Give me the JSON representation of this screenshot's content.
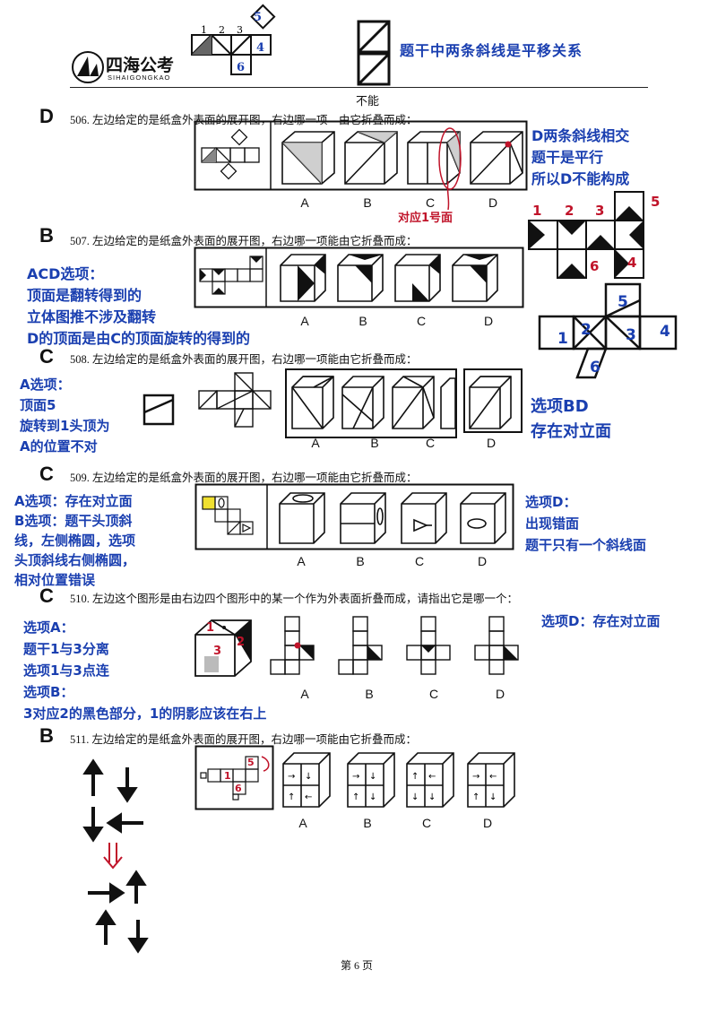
{
  "header": {
    "logo_text": "四海公考",
    "logo_sub": "SIHAIGONGKAO",
    "net_labels": [
      "1",
      "2",
      "3",
      "4",
      "5",
      "6"
    ],
    "note": "题干中两条斜线是平移关系",
    "cannot_label": "不能"
  },
  "q506": {
    "answer": "D",
    "text": "506. 左边给定的是纸盒外表面的展开图，右边哪一项　由它折叠而成：",
    "options": [
      "A",
      "B",
      "C",
      "D"
    ],
    "note_lines": [
      "D两条斜线相交",
      "题干是平行",
      "所以D不能构成"
    ],
    "red_note": "对应1号面"
  },
  "q507": {
    "answer": "B",
    "text": "507. 左边给定的是纸盒外表面的展开图，右边哪一项能由它折叠而成：",
    "options": [
      "A",
      "B",
      "C",
      "D"
    ],
    "note_lines": [
      "ACD选项：",
      "顶面是翻转得到的",
      "立体图推不涉及翻转",
      "D的顶面是由C的顶面旋转的得到的"
    ],
    "red_numbers": [
      "1",
      "2",
      "3",
      "5",
      "6",
      "4"
    ]
  },
  "q508": {
    "answer": "C",
    "text": "508. 左边给定的是纸盒外表面的展开图，右边哪一项能由它折叠而成：",
    "options": [
      "A",
      "B",
      "C",
      "D"
    ],
    "note_lines": [
      "A选项：",
      "顶面5",
      "旋转到1头顶为",
      "A的位置不对"
    ],
    "net_numbers": [
      "5",
      "1",
      "2",
      "3",
      "4",
      "6"
    ],
    "right_note": [
      "选项BD",
      "存在对立面"
    ]
  },
  "q509": {
    "answer": "C",
    "text": "509. 左边给定的是纸盒外表面的展开图，右边哪一项能由它折叠而成：",
    "options": [
      "A",
      "B",
      "C",
      "D"
    ],
    "note_lines": [
      "A选项：存在对立面",
      "B选项：题干头顶斜",
      "线，左侧椭圆，选项",
      "头顶斜线右侧椭圆，",
      "相对位置错误"
    ],
    "right_note": [
      "选项D：",
      "出现错面",
      "题干只有一个斜线面"
    ]
  },
  "q510": {
    "answer": "C",
    "text": "510. 左边这个图形是由右边四个图形中的某一个作为外表面折叠而成，请指出它是哪一个：",
    "options": [
      "A",
      "B",
      "C",
      "D"
    ],
    "note_lines": [
      "选项A：",
      "题干1与3分离",
      "选项1与3点连",
      "选项B：",
      "3对应2的黑色部分，1的阴影应该在右上"
    ],
    "right_note": "选项D：存在对立面",
    "red_numbers": [
      "1",
      "2",
      "3"
    ]
  },
  "q511": {
    "answer": "B",
    "text": "511. 左边给定的是纸盒外表面的展开图，右边哪一项能由它折叠而成：",
    "options": [
      "A",
      "B",
      "C",
      "D"
    ],
    "red_numbers": [
      "5",
      "1",
      "6"
    ]
  },
  "footer": {
    "page": "第 6 页"
  },
  "colors": {
    "note_blue": "#1a3fb0",
    "annotation_red": "#c0142a"
  }
}
